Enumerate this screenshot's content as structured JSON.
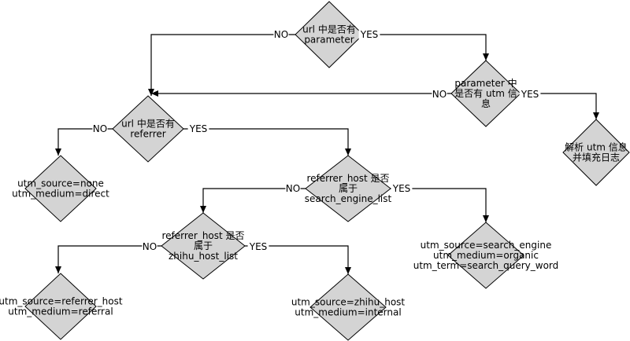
{
  "diagram": {
    "type": "flowchart",
    "colors": {
      "node_fill": "#d4d4d4",
      "stroke": "#000000",
      "background": "#ffffff"
    },
    "nodes": [
      {
        "id": "d1",
        "shape": "diamond",
        "lines": [
          "url 中是否有",
          "parameter"
        ]
      },
      {
        "id": "d2",
        "shape": "diamond",
        "lines": [
          "parameter 中",
          "是否有 utm 信",
          "息"
        ]
      },
      {
        "id": "d3",
        "shape": "diamond",
        "lines": [
          "url 中是否有",
          "referrer"
        ]
      },
      {
        "id": "r1",
        "shape": "diamond",
        "lines": [
          "解析 utm 信息",
          "并填充日志"
        ]
      },
      {
        "id": "r2",
        "shape": "diamond",
        "lines": [
          "utm_source=none",
          "utm_medium=direct"
        ]
      },
      {
        "id": "d4",
        "shape": "diamond",
        "lines": [
          "referrer_host 是否",
          "属于",
          "search_engine_list"
        ]
      },
      {
        "id": "d5",
        "shape": "diamond",
        "lines": [
          "referrer_host 是否",
          "属于",
          "zhihu_host_list"
        ]
      },
      {
        "id": "r3",
        "shape": "diamond",
        "lines": [
          "utm_source=search_engine",
          "utm_medium=organic",
          "utm_term=search_query_word"
        ]
      },
      {
        "id": "r4",
        "shape": "diamond",
        "lines": [
          "utm_source=referrer_host",
          "utm_medium=referral"
        ]
      },
      {
        "id": "r5",
        "shape": "diamond",
        "lines": [
          "utm_source=zhihu_host",
          "utm_medium=internal"
        ]
      }
    ],
    "edges": [
      {
        "from": "d1",
        "to": "d3",
        "label": "NO"
      },
      {
        "from": "d1",
        "to": "d2",
        "label": "YES"
      },
      {
        "from": "d2",
        "to": "d3",
        "label": "NO"
      },
      {
        "from": "d2",
        "to": "r1",
        "label": "YES"
      },
      {
        "from": "d3",
        "to": "r2",
        "label": "NO"
      },
      {
        "from": "d3",
        "to": "d4",
        "label": "YES"
      },
      {
        "from": "d4",
        "to": "d5",
        "label": "NO"
      },
      {
        "from": "d4",
        "to": "r3",
        "label": "YES"
      },
      {
        "from": "d5",
        "to": "r4",
        "label": "NO"
      },
      {
        "from": "d5",
        "to": "r5",
        "label": "YES"
      }
    ]
  }
}
